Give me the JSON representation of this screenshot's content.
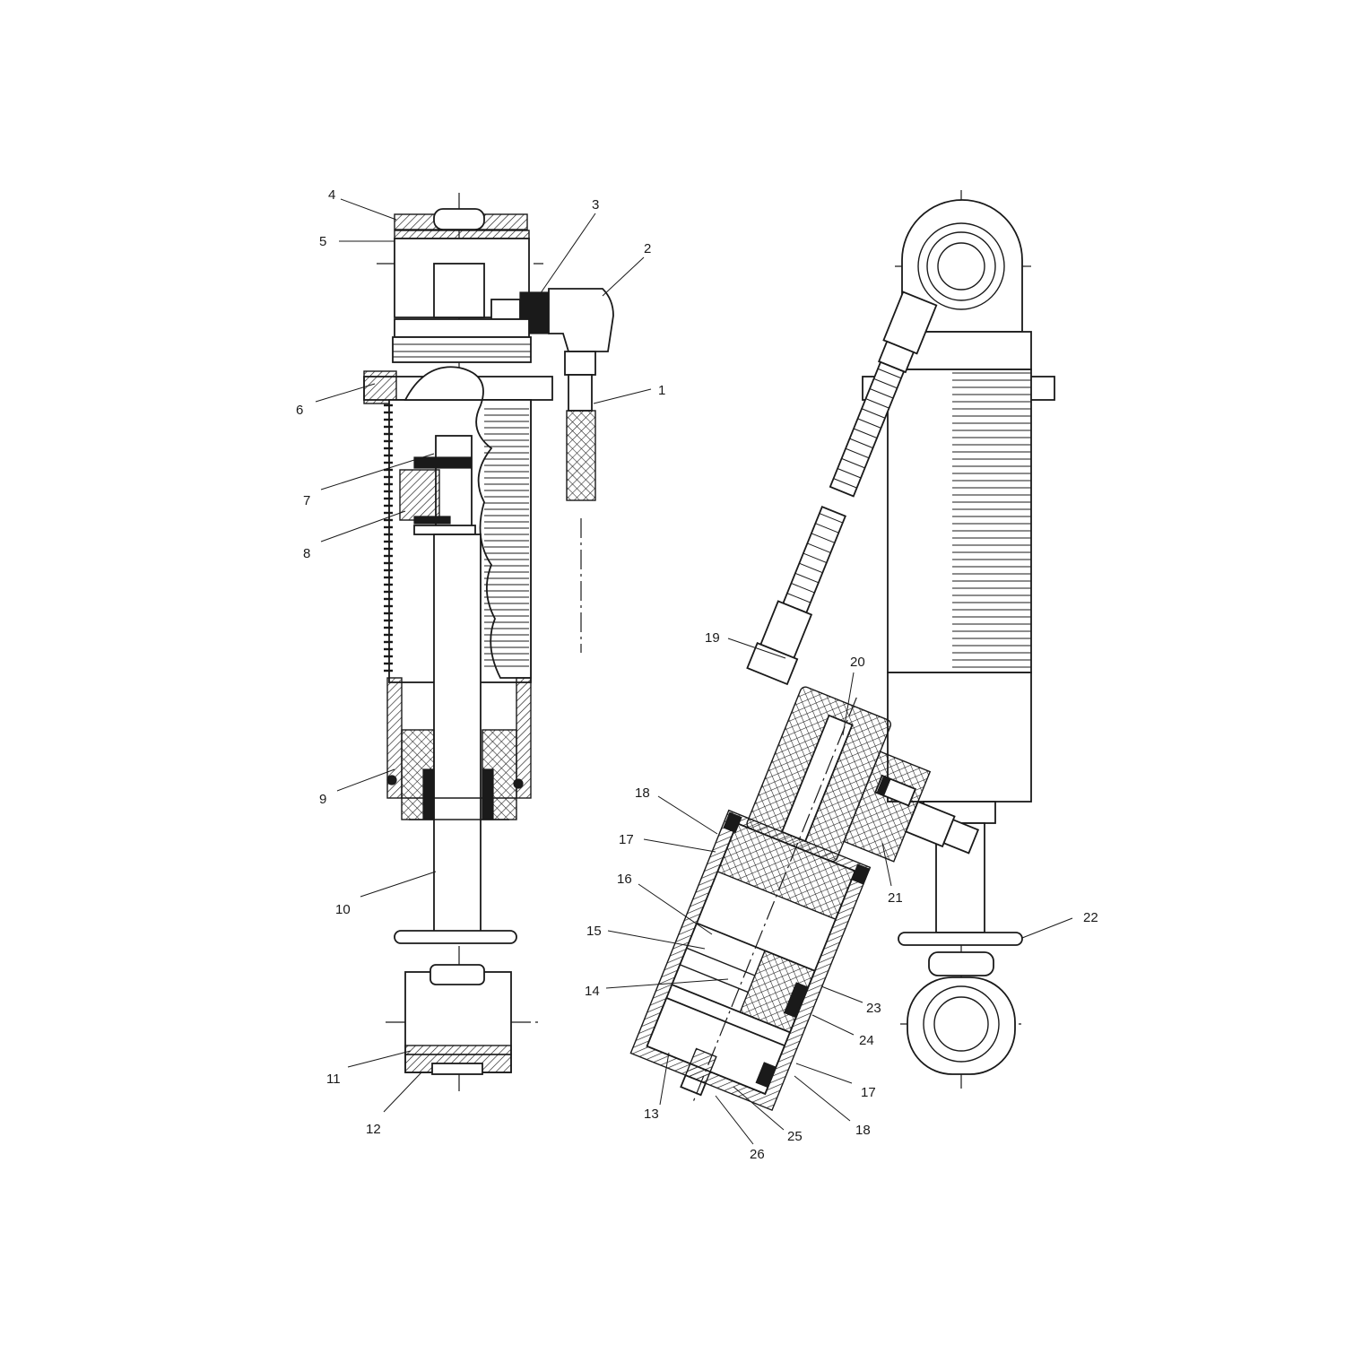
{
  "diagram": {
    "callouts": [
      "1",
      "2",
      "3",
      "4",
      "5",
      "6",
      "7",
      "8",
      "9",
      "10",
      "11",
      "12",
      "13",
      "14",
      "15",
      "16",
      "17",
      "17",
      "18",
      "18",
      "19",
      "20",
      "21",
      "22",
      "23",
      "24",
      "25",
      "26"
    ]
  }
}
